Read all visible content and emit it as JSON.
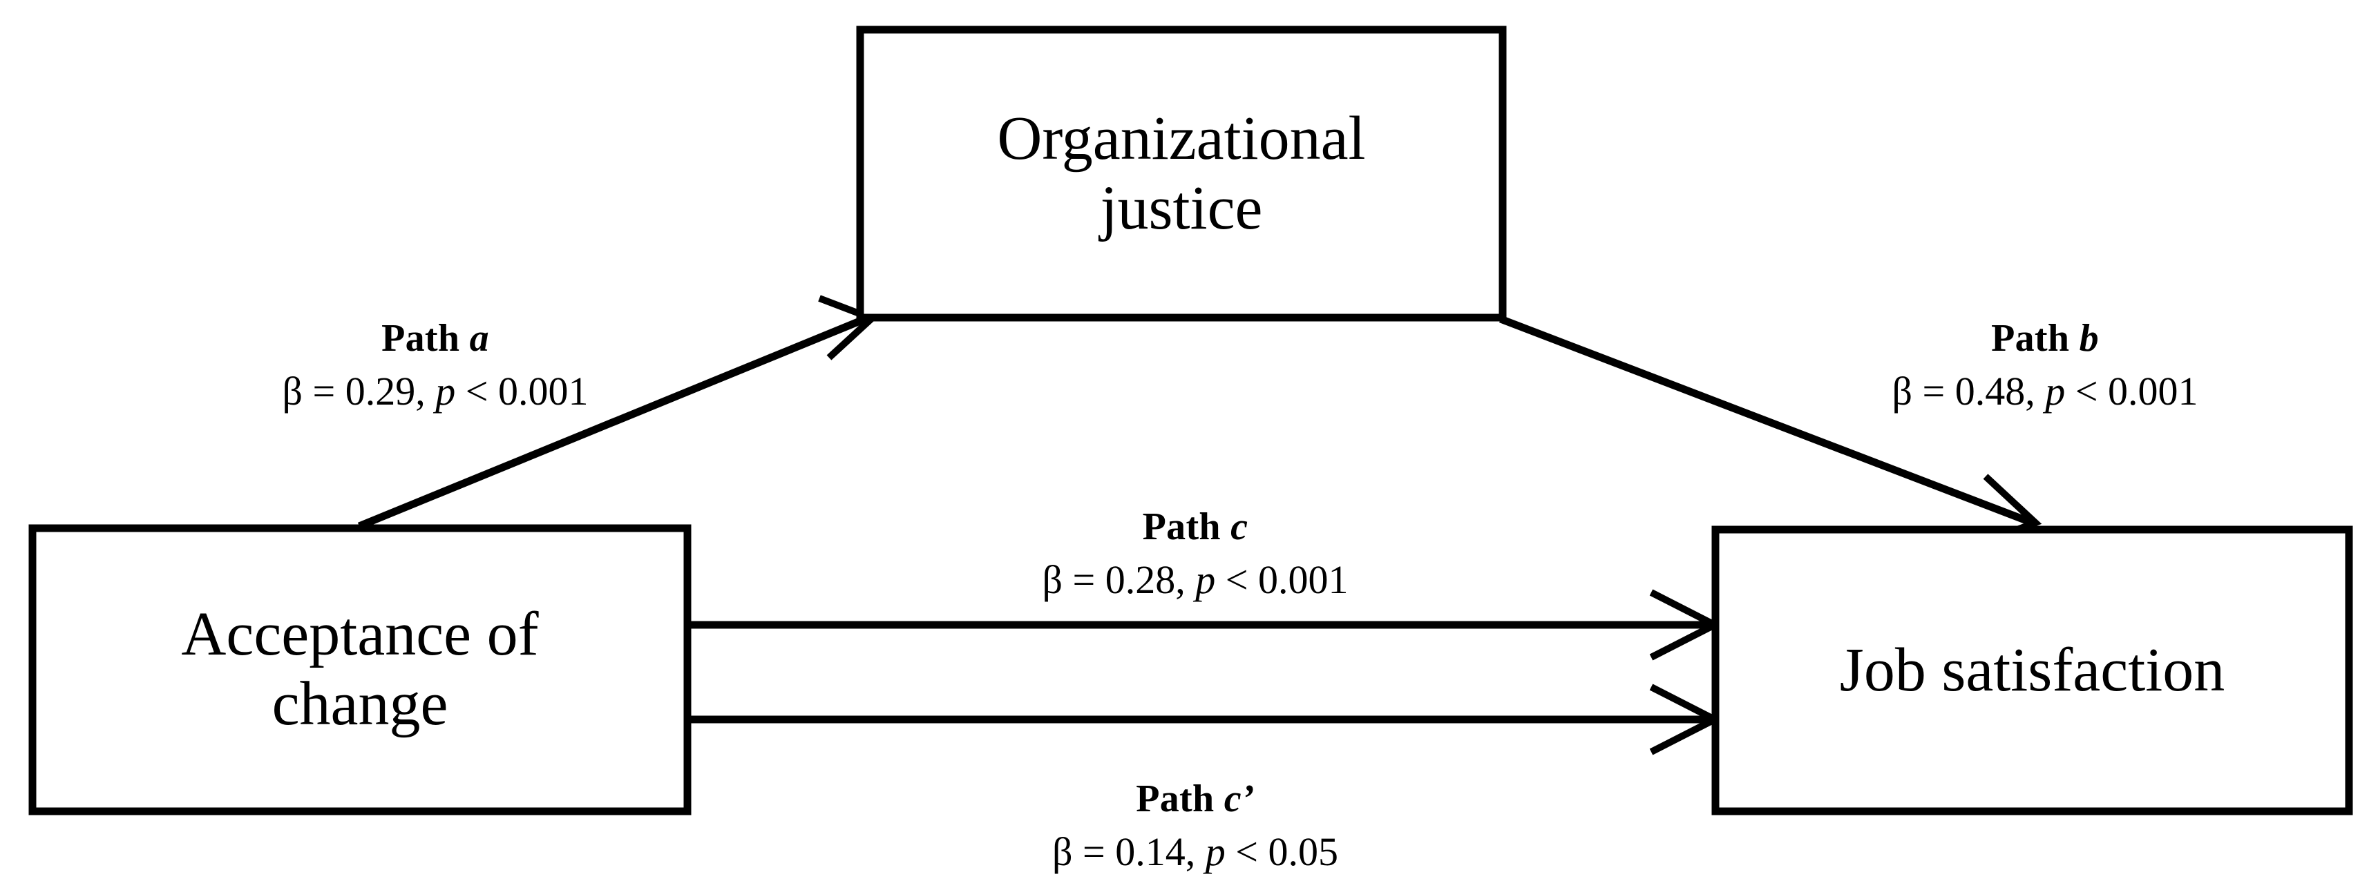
{
  "figure": {
    "type": "mediation-path-diagram",
    "background_color": "#ffffff",
    "line_color": "#000000",
    "text_color": "#000000"
  },
  "nodes": {
    "mediator": {
      "id": "organizational-justice",
      "label": "Organizational\njustice"
    },
    "predictor": {
      "id": "acceptance-of-change",
      "label": "Acceptance of\nchange"
    },
    "outcome": {
      "id": "job-satisfaction",
      "label": "Job satisfaction"
    }
  },
  "paths": [
    {
      "id": "path-a",
      "name_prefix": "Path ",
      "name_symbol": "a",
      "beta_text": "β = 0.29, ",
      "p_variable": "p",
      "p_text": " < 0.001",
      "beta": 0.29,
      "p_threshold": 0.001,
      "from": "acceptance-of-change",
      "to": "organizational-justice"
    },
    {
      "id": "path-b",
      "name_prefix": "Path ",
      "name_symbol": "b",
      "beta_text": "β = 0.48, ",
      "p_variable": "p",
      "p_text": " < 0.001",
      "beta": 0.48,
      "p_threshold": 0.001,
      "from": "organizational-justice",
      "to": "job-satisfaction"
    },
    {
      "id": "path-c",
      "name_prefix": "Path ",
      "name_symbol": "c",
      "beta_text": "β = 0.28, ",
      "p_variable": "p",
      "p_text": " < 0.001",
      "beta": 0.28,
      "p_threshold": 0.001,
      "from": "acceptance-of-change",
      "to": "job-satisfaction"
    },
    {
      "id": "path-c-prime",
      "name_prefix": "Path ",
      "name_symbol": "c’",
      "beta_text": "β = 0.14, ",
      "p_variable": "p",
      "p_text": " < 0.05",
      "beta": 0.14,
      "p_threshold": 0.05,
      "from": "acceptance-of-change",
      "to": "job-satisfaction"
    }
  ]
}
